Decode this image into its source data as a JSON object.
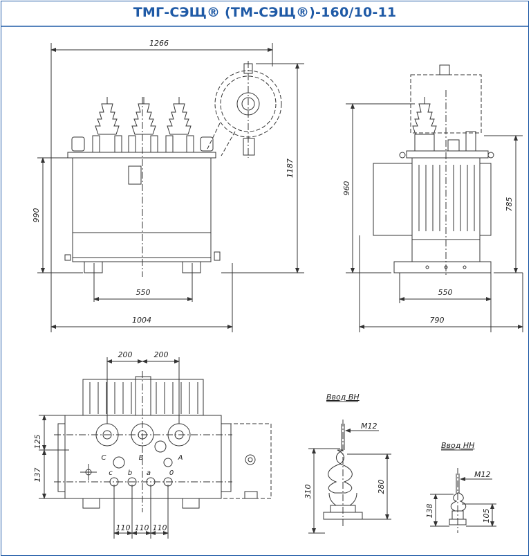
{
  "title": "ТМГ-СЭЩ® (ТМ-СЭЩ®)-160/10-11",
  "colors": {
    "border": "#1f5aa6",
    "title": "#1f5aa6",
    "line": "#333333"
  },
  "front_view": {
    "width_top": "1266",
    "height_left": "990",
    "height_right": "1187",
    "base_inner": "550",
    "width_bottom": "1004"
  },
  "side_view": {
    "height_left": "960",
    "height_right": "785",
    "base_inner": "550",
    "width_bottom": "790"
  },
  "top_view": {
    "dim_200_a": "200",
    "dim_200_b": "200",
    "dim_125": "125",
    "dim_137": "137",
    "dim_110_a": "110",
    "dim_110_b": "110",
    "dim_110_c": "110",
    "hv_labels": [
      "C",
      "B",
      "A"
    ],
    "lv_labels": [
      "c",
      "b",
      "a",
      "0"
    ]
  },
  "hv_bushing": {
    "title": "Ввод ВН",
    "thread": "M12",
    "height_total": "310",
    "height_body": "280"
  },
  "lv_bushing": {
    "title": "Ввод НН",
    "thread": "M12",
    "height_total": "138",
    "height_body": "105"
  }
}
